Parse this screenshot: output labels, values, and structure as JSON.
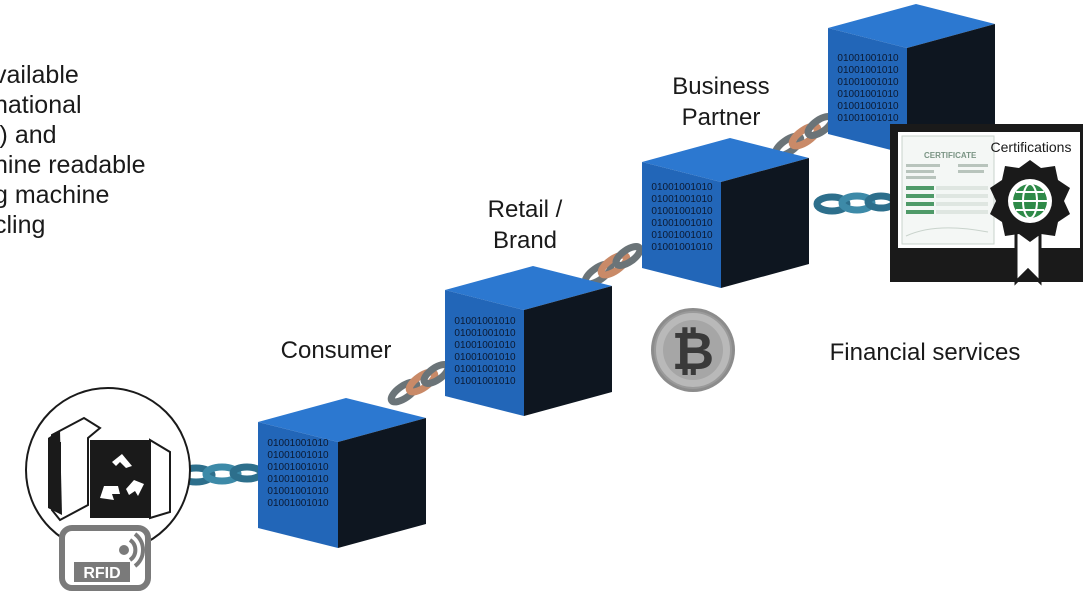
{
  "intro_lines": [
    "vailable",
    "national",
    "l) and",
    "hine readable",
    "g machine",
    "cling"
  ],
  "labels": {
    "consumer": "Consumer",
    "retail_brand": [
      "Retail /",
      "Brand"
    ],
    "business_partner": [
      "Business",
      "Partner"
    ],
    "financial_services": "Financial services",
    "certifications": "Certifications"
  },
  "block_binary": [
    "01001001010",
    "01001001010",
    "01001001010",
    "01001001010",
    "01001001010",
    "01001001010"
  ],
  "rfid_label": "RFID",
  "certificate": {
    "heading": "CERTIFICATE"
  },
  "colors": {
    "block_front": "#2266b8",
    "block_top": "#2c78d0",
    "block_side": "#0e1620",
    "chain_blue": "#2d6f8c",
    "chain_grey": "#6b7478",
    "chain_copper": "#c98a68",
    "cert_green": "#2e8a48"
  },
  "icons": [
    "rfid-icon",
    "recycle-icon",
    "garment-icon",
    "bitcoin-icon",
    "certificate-icon",
    "globe-badge-icon",
    "chain-link-icon"
  ]
}
